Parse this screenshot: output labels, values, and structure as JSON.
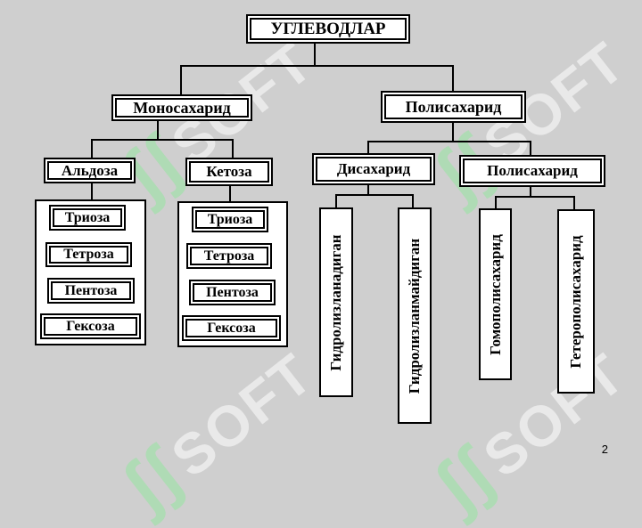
{
  "root": "УГЛЕВОДЛАР",
  "mono": {
    "label": "Моносахарид",
    "aldose": {
      "label": "Альдоза",
      "items": [
        "Триоза",
        "Тетроза",
        "Пентоза",
        "Гексоза"
      ]
    },
    "ketose": {
      "label": "Кетоза",
      "items": [
        "Триоза",
        "Тетроза",
        "Пентоза",
        "Гексоза"
      ]
    }
  },
  "poly": {
    "label": "Полисахарид",
    "di": {
      "label": "Дисахарид",
      "items": [
        "Гидролизланадиган",
        "Гидролизланмайдиган"
      ]
    },
    "sub": {
      "label": "Полисахарид",
      "items": [
        "Гомополисахарид",
        "Гетерополисахарид"
      ]
    }
  },
  "watermark": "SOFT",
  "page_number": "2"
}
